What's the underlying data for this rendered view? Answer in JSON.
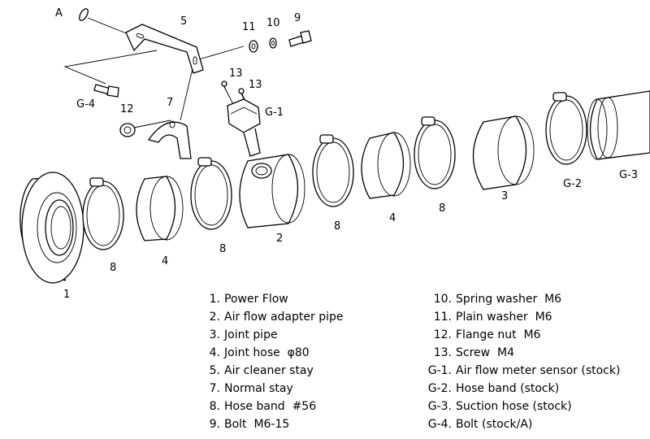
{
  "callouts": {
    "A": "A",
    "c5": "5",
    "c11": "11",
    "c10": "10",
    "c9": "9",
    "c13a": "13",
    "c13b": "13",
    "g1": "G-1",
    "g4": "G-4",
    "c12": "12",
    "c7": "7",
    "c1": "1",
    "c8a": "8",
    "c4a": "4",
    "c8b": "8",
    "c2": "2",
    "c8c": "8",
    "c4b": "4",
    "c8d": "8",
    "c3": "3",
    "g2": "G-2",
    "g3": "G-3"
  },
  "legend_left": [
    {
      "code": "1.",
      "text": "Power Flow"
    },
    {
      "code": "2.",
      "text": "Air flow adapter pipe"
    },
    {
      "code": "3.",
      "text": "Joint pipe"
    },
    {
      "code": "4.",
      "text": "Joint hose  φ80"
    },
    {
      "code": "5.",
      "text": "Air cleaner stay"
    },
    {
      "code": "7.",
      "text": "Normal stay"
    },
    {
      "code": "8.",
      "text": "Hose band  #56"
    },
    {
      "code": "9.",
      "text": "Bolt  M6-15"
    }
  ],
  "legend_right": [
    {
      "code": "10.",
      "text": "Spring washer  M6"
    },
    {
      "code": "11.",
      "text": "Plain washer  M6"
    },
    {
      "code": "12.",
      "text": "Flange nut  M6"
    },
    {
      "code": "13.",
      "text": "Screw  M4"
    },
    {
      "code": "G-1.",
      "text": "Air flow meter sensor (stock)"
    },
    {
      "code": "G-2.",
      "text": "Hose band (stock)"
    },
    {
      "code": "G-3.",
      "text": "Suction hose (stock)"
    },
    {
      "code": "G-4.",
      "text": "Bolt (stock/A)"
    }
  ]
}
